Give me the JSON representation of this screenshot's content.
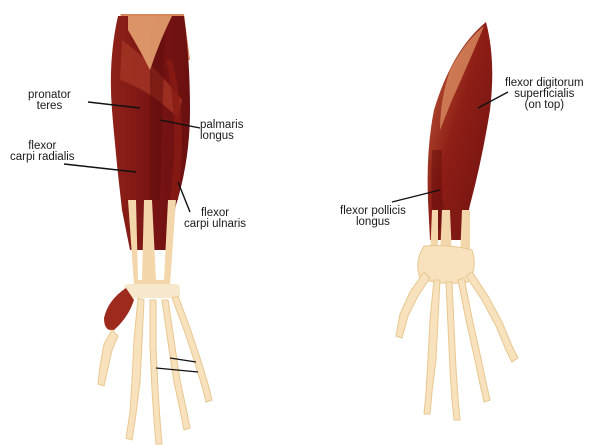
{
  "labels": {
    "pronator_teres": [
      "pronator",
      "teres"
    ],
    "palmaris_longus": [
      "palmaris",
      "longus"
    ],
    "flexor_carpi_radialis": [
      "flexor",
      "carpi radialis"
    ],
    "flexor_carpi_ulnaris": [
      "flexor",
      "carpi ulnaris"
    ],
    "flexor_digitorum_superficialis": [
      "flexor digitorum",
      "superficialis",
      "(on top)"
    ],
    "flexor_pollicis_longus": [
      "flexor pollicis",
      "longus"
    ]
  },
  "colors": {
    "background": "#ffffff",
    "muscle_dark": "#7a1414",
    "muscle_mid": "#9e2a1e",
    "muscle_light": "#c0643c",
    "tendon": "#f3d6aa",
    "bone": "#f7e2bd",
    "bone_shadow": "#e8c791",
    "leader_line": "#111111"
  }
}
